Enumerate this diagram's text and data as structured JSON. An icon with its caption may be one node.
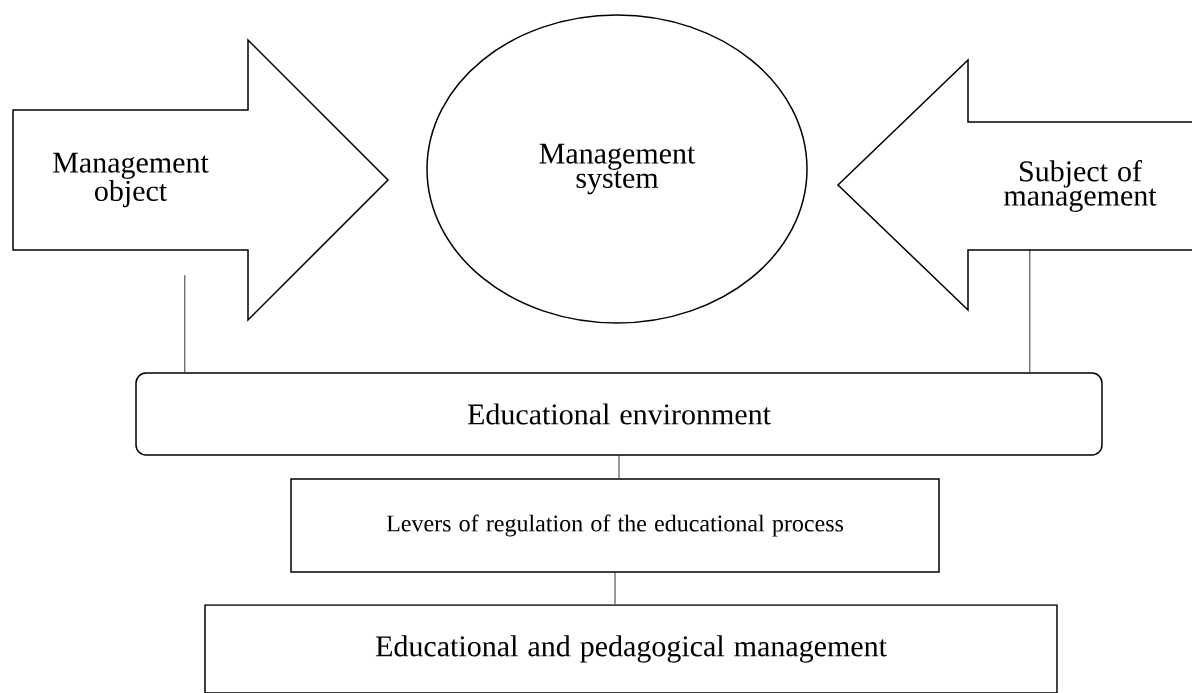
{
  "diagram": {
    "nodes": [
      {
        "text": [
          "Management object"
        ]
      },
      {
        "text": [
          "Management system"
        ]
      },
      {
        "text": [
          "Subject of management"
        ]
      },
      {
        "text": [
          "Educational environment"
        ]
      },
      {
        "text": [
          "Levers of regulation of the educational process"
        ]
      },
      {
        "text": [
          "Educational and pedagogical management"
        ]
      }
    ],
    "edges": [
      {
        "from": 0,
        "to": 3,
        "arrow": "none"
      },
      {
        "from": 2,
        "to": 3,
        "arrow": "none"
      },
      {
        "from": 3,
        "to": 4,
        "arrow": "none"
      },
      {
        "from": 4,
        "to": 5,
        "arrow": "none"
      }
    ]
  }
}
